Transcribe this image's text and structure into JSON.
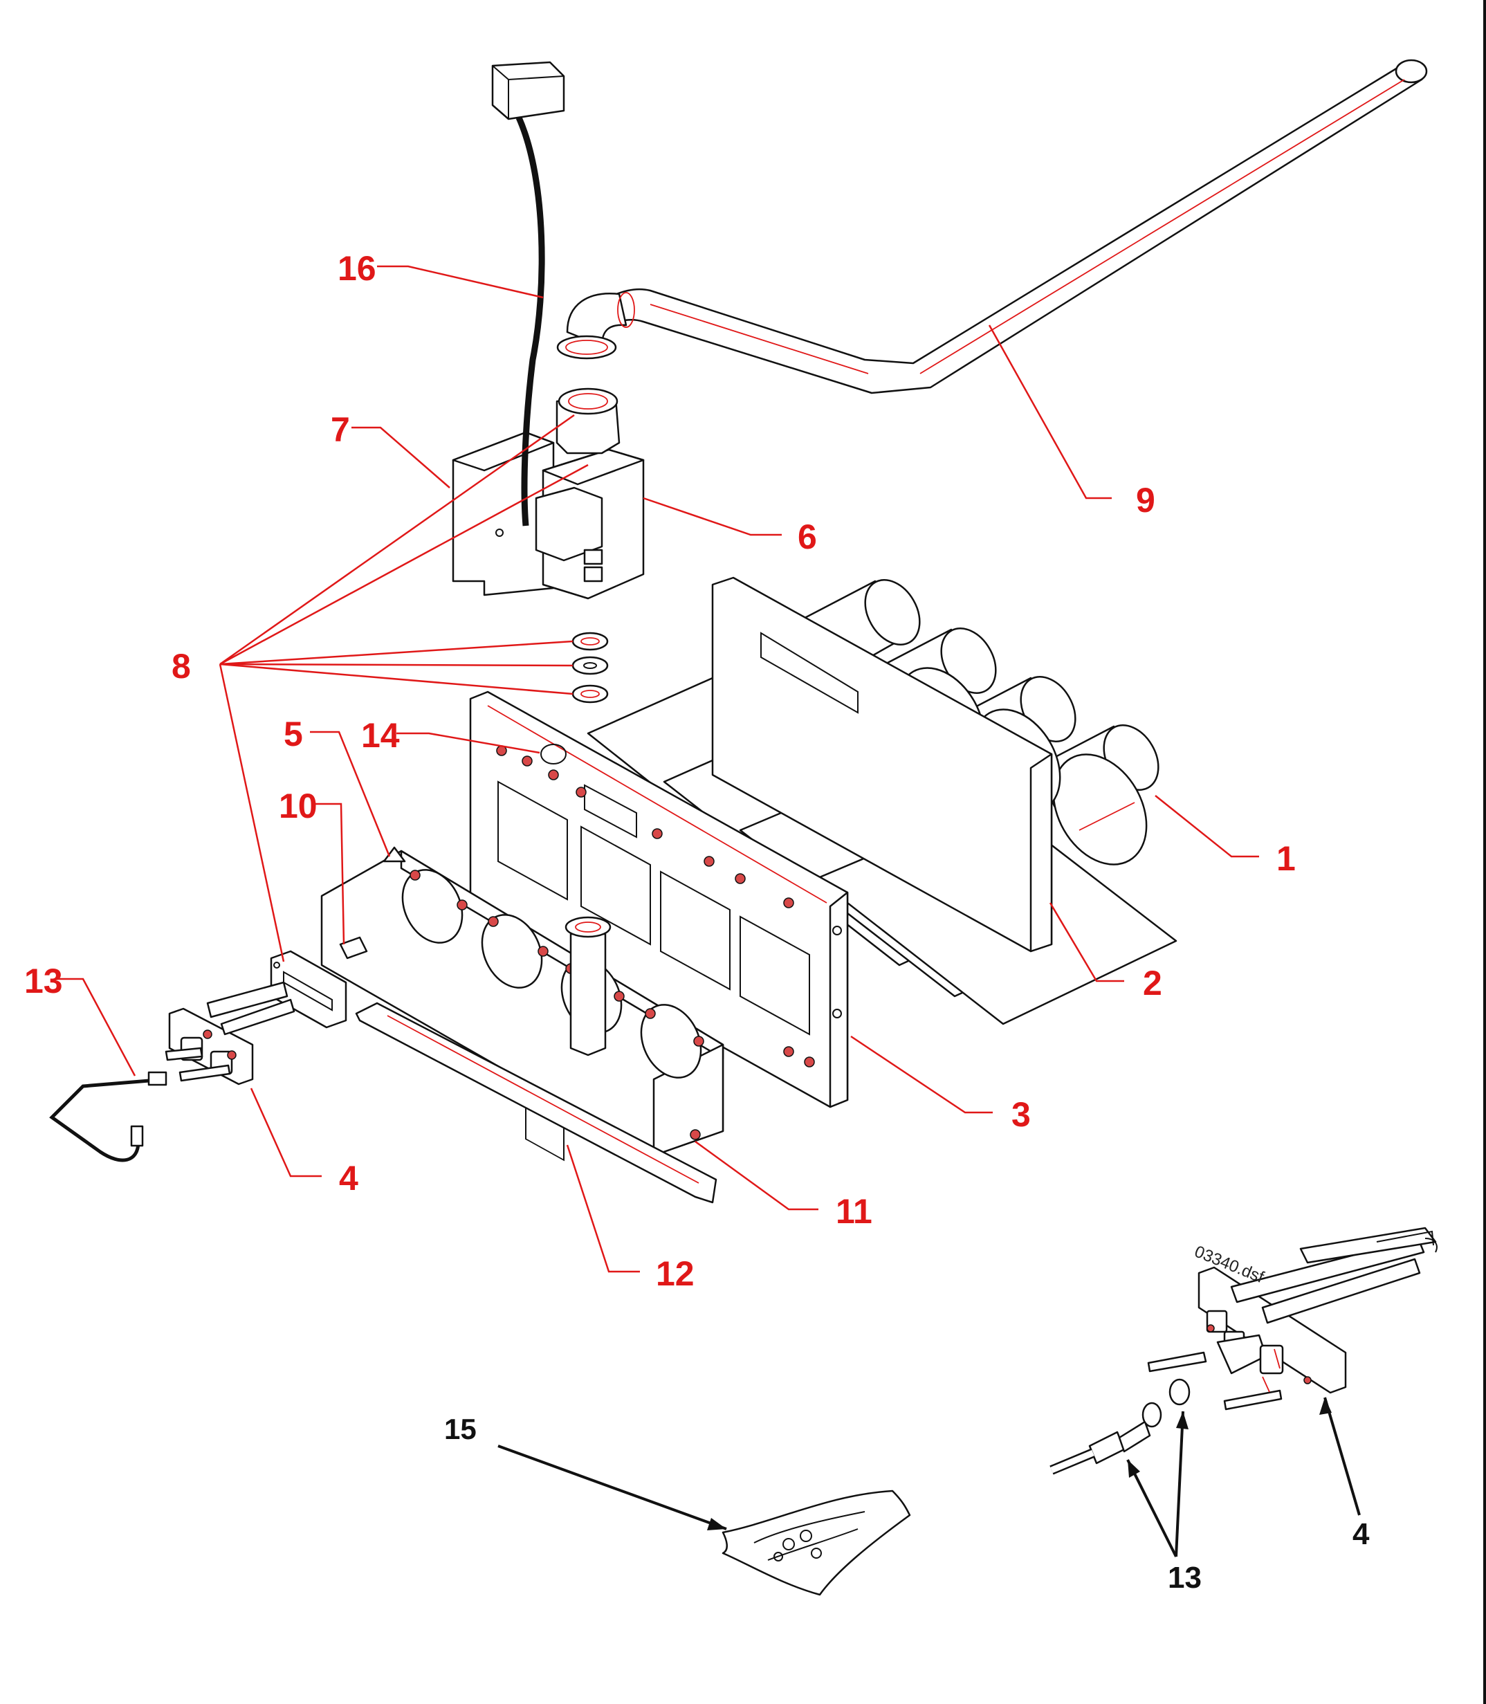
{
  "file_label": "03340.dsf",
  "colors": {
    "callout_red": "#e01818",
    "callout_black": "#111111",
    "line": "#111111"
  },
  "callouts": {
    "c1": "1",
    "c2": "2",
    "c3": "3",
    "c4": "4",
    "c5": "5",
    "c6": "6",
    "c7": "7",
    "c8": "8",
    "c9": "9",
    "c10": "10",
    "c11": "11",
    "c12": "12",
    "c13": "13",
    "c14": "14",
    "c16": "16",
    "inset_c4": "4",
    "inset_c13": "13",
    "c15": "15"
  }
}
